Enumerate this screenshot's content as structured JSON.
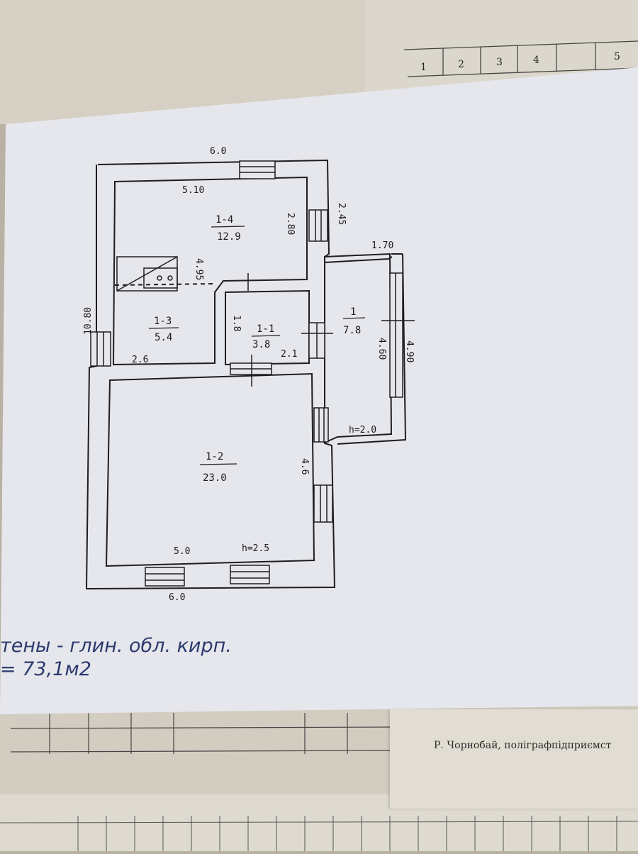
{
  "plan": {
    "outer_top_width": "6.0",
    "outer_bottom_width": "6.0",
    "outer_height": "10.80",
    "right_wall_length": "2.45",
    "rooms": [
      {
        "id": "1-4",
        "area": "12.9"
      },
      {
        "id": "1-3",
        "area": "5.4"
      },
      {
        "id": "1-1",
        "area": "3.8"
      },
      {
        "id": "1",
        "area": "7.8"
      },
      {
        "id": "1-2",
        "area": "23.0"
      }
    ],
    "dims": {
      "room14_width": "5.10",
      "room14_height": "2.80",
      "room14_left": "4.95",
      "room13_width": "2.6",
      "room11_height": "1.8",
      "room11_width": "2.1",
      "room1_top": "1.70",
      "room1_inner": "4.60",
      "room1_outer": "4.90",
      "room1_ceiling": "h=2.0",
      "room12_right": "4.6",
      "room12_width": "5.0",
      "room12_ceiling": "h=2.5"
    }
  },
  "notes": {
    "walls": "тены - глин. обл. кирп.",
    "area": "= 73,1м2"
  },
  "stamp": "Р. Чорнобай, поліграфпідприємст",
  "top_grid": [
    "1",
    "2",
    "3",
    "4",
    "5"
  ]
}
